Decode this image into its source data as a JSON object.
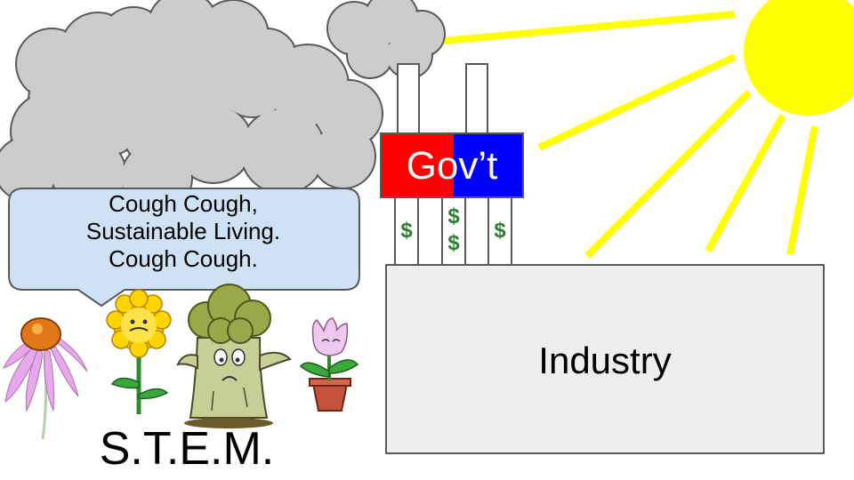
{
  "government": {
    "label": "Gov’t",
    "colors": {
      "left": "#ff0000",
      "right": "#0000ff"
    }
  },
  "speech_bubble": {
    "lines": [
      "Cough Cough,",
      "Sustainable Living.",
      "Cough Cough."
    ],
    "fill": "#cfe2f3"
  },
  "industry": {
    "label": "Industry",
    "fill": "#eeeeee"
  },
  "stem": {
    "label": "S.T.E.M."
  },
  "money": {
    "symbol": "$",
    "color": "#2e7d32"
  },
  "sun": {
    "color": "#ffff00"
  },
  "smoke": {
    "color": "#cccccc"
  }
}
